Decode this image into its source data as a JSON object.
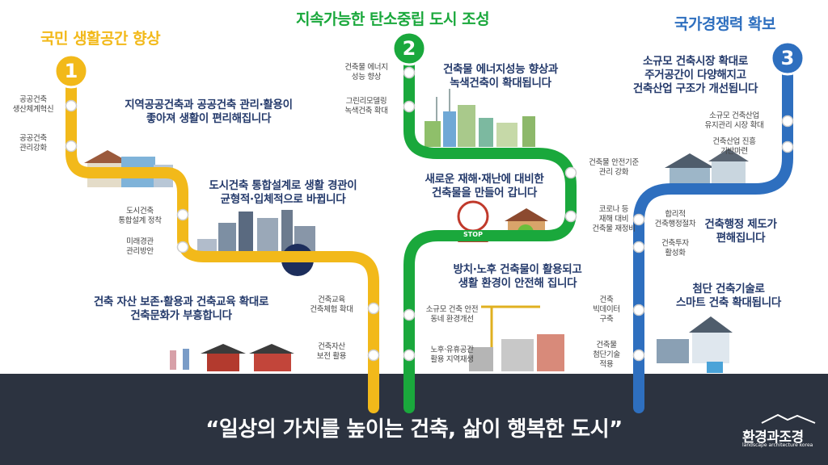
{
  "lines": [
    {
      "number": "1",
      "title": "국민 생활공간 향상",
      "color": "#f2b91a",
      "stations": [
        "공공건축\n생산체계혁신",
        "공공건축\n관리강화",
        "도시건축\n통합설계 정착",
        "미래경관\n관리방안",
        "건축교육\n건축체험 확대",
        "건축자산\n보전 활용"
      ],
      "goals": [
        "지역공공건축과 공공건축 관리·활용이\n좋아져 생활이 편리해집니다",
        "도시건축 통합설계로 생활 경관이\n균형적·입체적으로 바뀝니다",
        "건축 자산 보존·활용과 건축교육 확대로\n건축문화가 부흥합니다"
      ]
    },
    {
      "number": "2",
      "title": "지속가능한 탄소중립 도시 조성",
      "color": "#1aa83c",
      "stations": [
        "건축물 에너지\n성능 향상",
        "그린리모델링\n녹색건축 확대",
        "건축물 안전기준\n관리 강화",
        "코로나 등\n재해 대비\n건축물 재정비",
        "소규모 건축 안전\n동네 환경개선",
        "노후·유휴공간\n활용 지역재생"
      ],
      "goals": [
        "건축물 에너지성능 향상과\n녹색건축이 확대됩니다",
        "새로운 재해·재난에 대비한\n건축물을 만들어 갑니다",
        "방치·노후 건축물이 활용되고\n생활 환경이 안전해 집니다"
      ],
      "stop_sign": "STOP"
    },
    {
      "number": "3",
      "title": "국가경쟁력 확보",
      "color": "#2e6fbf",
      "stations": [
        "소규모 건축산업\n유지관리 시장 확대",
        "건축산업 진흥\n기반마련",
        "합리적\n건축행정절차",
        "건축투자\n활성화",
        "건축\n빅데이터\n구축",
        "건축물\n첨단기술\n적용"
      ],
      "goals": [
        "소규모 건축시장 확대로\n주거공간이 다양해지고\n건축산업 구조가 개선됩니다",
        "건축행정 제도가\n편해집니다",
        "첨단 건축기술로\n스마트 건축 확대됩니다"
      ]
    }
  ],
  "colors": {
    "title1": "#f2b91a",
    "title2": "#1aa83c",
    "title3": "#2e6fbf",
    "bottom_bar": "#2c3340"
  },
  "slogan": "“일상의 가치를 높이는 건축, 삶이 행복한 도시”",
  "logo": {
    "name": "환경과조경",
    "subtitle": "landscape architecture korea"
  }
}
